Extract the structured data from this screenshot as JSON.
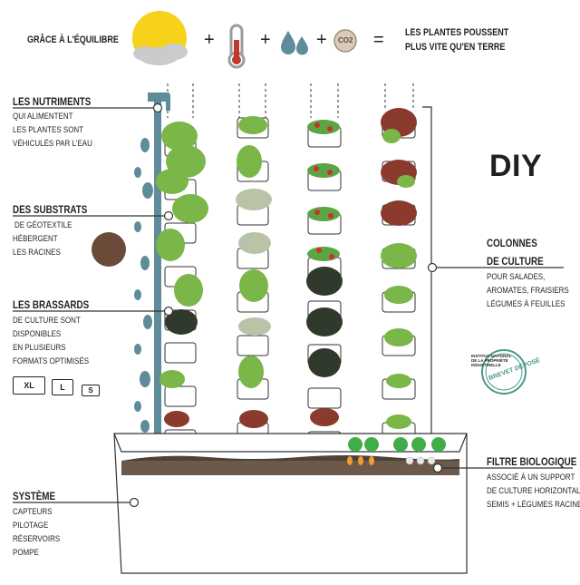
{
  "header": {
    "intro": "GRÂCE À L'ÉQUILIBRE",
    "plus_signs": [
      "+",
      "+",
      "+"
    ],
    "co2_label": "CO2",
    "equals": "=",
    "result_line1": "LES PLANTES POUSSENT",
    "result_line2": "PLUS VITE QU'EN TERRE",
    "icons": [
      "sun-cloud-icon",
      "thermometer-icon",
      "water-drops-icon",
      "co2-icon"
    ]
  },
  "diy": "DIY",
  "labels": {
    "nutriments": {
      "title": "LES NUTRIMENTS",
      "lines": [
        "QUI ALIMENTENT",
        "LES PLANTES SONT",
        "VÉHICULÉS PAR L'EAU"
      ]
    },
    "substrats": {
      "title": "DES SUBSTRATS",
      "lines": [
        "DE GÉOTEXTILE",
        "HÉBERGENT",
        "LES RACINES"
      ]
    },
    "brassards": {
      "title": "LES BRASSARDS",
      "lines": [
        "DE CULTURE SONT",
        "DISPONIBLES",
        "EN PLUSIEURS",
        "FORMATS OPTIMISÉS"
      ],
      "sizes": [
        "XL",
        "L",
        "S"
      ]
    },
    "systeme": {
      "title": "SYSTÈME",
      "lines": [
        "CAPTEURS",
        "PILOTAGE",
        "RÉSERVOIRS",
        "POMPE"
      ]
    },
    "colonnes": {
      "title_line1": "COLONNES",
      "title_line2": "DE CULTURE",
      "lines": [
        "POUR SALADES,",
        "AROMATES, FRAISIERS",
        "LÉGUMES À FEUILLES"
      ]
    },
    "filtre": {
      "title": "FILTRE BIOLOGIQUE",
      "lines": [
        "ASSOCIÉ À UN SUPPORT",
        "DE CULTURE HORIZONTALE",
        "SEMIS + LÉGUMES RACINES"
      ]
    }
  },
  "stamp": {
    "institute_line1": "INSTITUT NATIONAL",
    "institute_line2": "DE LA PROPRIÉTÉ",
    "institute_line3": "INDUSTRIELLE",
    "seal": "BREVET DÉPOSÉ"
  },
  "colors": {
    "dark_text": "#231f20",
    "water_blue": "#5f8c9b",
    "leaf_green": "#7ab648",
    "dark_leaf": "#2f3a2c",
    "lettuce_red": "#8a3b2e",
    "soil": "#6b5a4b",
    "sun": "#f7d21a",
    "cloud": "#c9cbcc",
    "stamp_green": "#4c9a8a"
  }
}
